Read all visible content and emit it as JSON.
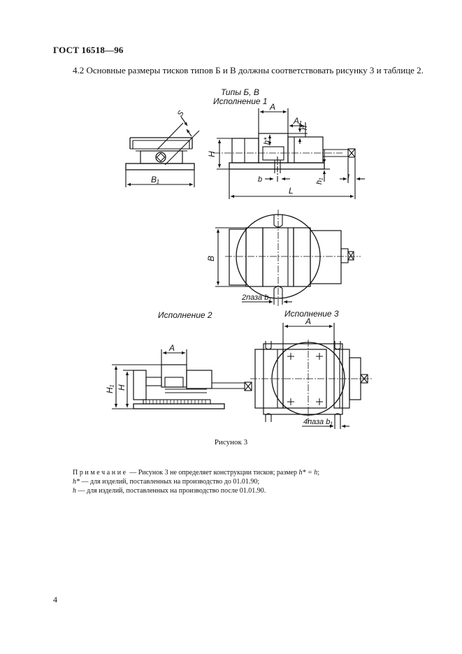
{
  "header": {
    "standard": "ГОСТ 16518—96"
  },
  "intro": {
    "text": "4.2  Основные размеры тисков типов Б и В должны соответствовать рисунку 3 и таблице 2."
  },
  "figure": {
    "title_types": "Типы Б, В",
    "title_variant1": "Исполнение 1",
    "title_variant2": "Исполнение 2",
    "title_variant3": "Исполнение 3",
    "labels": {
      "S": "S",
      "B1": "B₁",
      "A": "A",
      "A1": "A₁",
      "h": "h",
      "hstar": "h*",
      "H": "H",
      "H1": "H₁",
      "b": "b",
      "h1": "h₁",
      "l": "l",
      "L": "L",
      "B": "B",
      "slot2": "2паза b₁",
      "slot4": "4паза b₁"
    },
    "caption": "Рисунок 3"
  },
  "note": {
    "label": "Примечание",
    "line1_rest": " — Рисунок 3 не определяет конструкции тисков; размер ",
    "line1_formula": "h* = h",
    "line1_end": ";",
    "line2_sym": "h*",
    "line2_text": " — для изделий, поставленных на производство до 01.01.90;",
    "line3_sym": "h",
    "line3_text": " — для изделий, поставленных на производство после 01.01.90."
  },
  "page": {
    "number": "4"
  }
}
